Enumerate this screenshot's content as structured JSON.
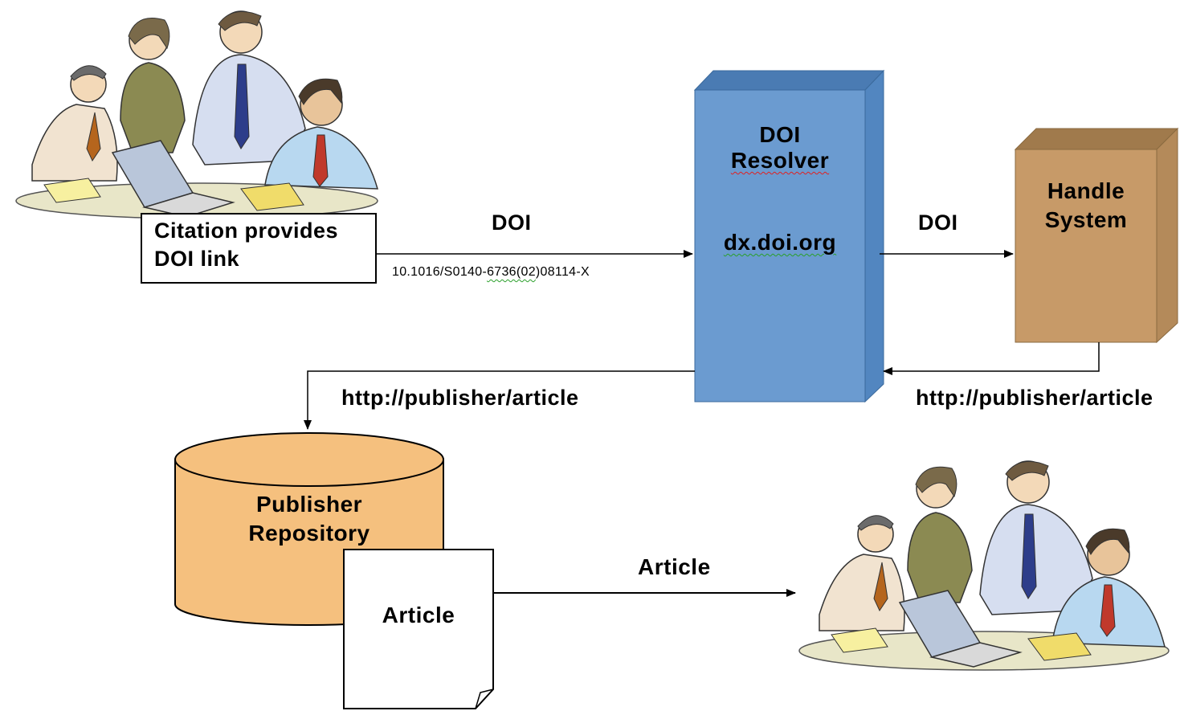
{
  "citation": {
    "line1": "Citation provides",
    "line2": "DOI link"
  },
  "arrow_citation_to_resolver": {
    "label": "DOI",
    "doi_value_prefix": "10.1016/S0140-",
    "doi_value_mid": "6736(02",
    "doi_value_suffix": ")08114-X"
  },
  "resolver": {
    "title_line1": "DOI",
    "title_line2": "Resolver",
    "host": "dx.doi.org",
    "color": "#6b9bd0"
  },
  "arrow_resolver_to_handle": {
    "label": "DOI"
  },
  "handle": {
    "line1": "Handle",
    "line2": "System",
    "color": "#c79a68"
  },
  "arrow_handle_to_resolver": {
    "label": "http://publisher/article"
  },
  "arrow_resolver_to_repo": {
    "label": "http://publisher/article"
  },
  "repository": {
    "line1": "Publisher",
    "line2": "Repository",
    "color": "#f5c07e"
  },
  "document": {
    "label": "Article"
  },
  "arrow_article_to_users": {
    "label": "Article"
  }
}
